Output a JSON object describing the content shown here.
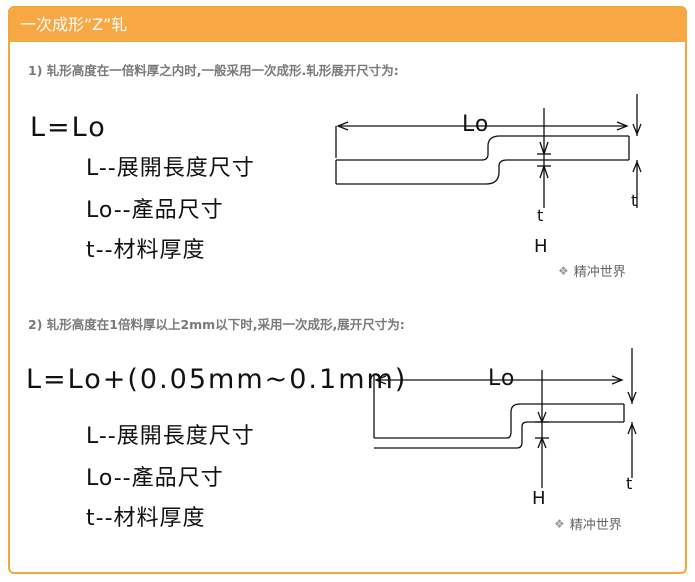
{
  "header": {
    "title": "一次成形“Z”轧"
  },
  "section1": {
    "heading": "1) 轧形高度在一倍料厚之内时,一般采用一次成形.轧形展开尺寸为:",
    "formula": "L=Lo",
    "defs": [
      "L--展開長度尺寸",
      "Lo--產品尺寸",
      "t--材料厚度"
    ],
    "dim_lo": "Lo",
    "dim_t": "t",
    "dim_h": "H",
    "watermark": "精冲世界"
  },
  "section2": {
    "heading": "2) 轧形高度在1倍料厚以上2mm以下时,采用一次成形,展开尺寸为:",
    "formula": "L=Lo+(0.05mm~0.1mm)",
    "defs": [
      "L--展開長度尺寸",
      "Lo--產品尺寸",
      "t--材料厚度"
    ],
    "dim_lo": "Lo",
    "dim_t": "t",
    "dim_h": "H",
    "watermark": "精冲世界"
  },
  "colors": {
    "header_bg": "#f7a844",
    "border": "#f3a93a",
    "heading_text": "#7a7a7a"
  },
  "icons": {
    "watermark": "wechat-icon"
  }
}
